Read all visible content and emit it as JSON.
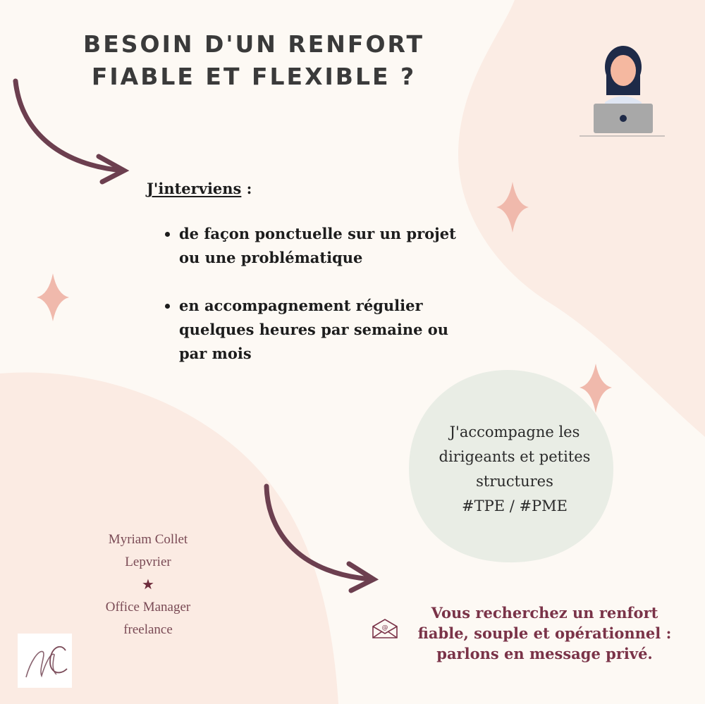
{
  "title": {
    "line1": "Besoin d'un renfort",
    "line2": "fiable et flexible ?"
  },
  "intro": {
    "label": "J'interviens",
    "suffix": " :"
  },
  "bullets": [
    "de façon ponctuelle sur un projet ou une problématique",
    "en accompagnement régulier quelques heures par semaine ou par mois"
  ],
  "blob": {
    "line1": "J'accompagne les",
    "line2": "dirigeants et petites",
    "line3": "structures",
    "line4": "#TPE / #PME"
  },
  "signature": {
    "name1": "Myriam Collet",
    "name2": "Lepvrier",
    "star": "★",
    "role1": "Office Manager",
    "role2": "freelance",
    "logo": "MC"
  },
  "cta": {
    "line1": "Vous recherchez un renfort",
    "line2": "fiable, souple et opérationnel :",
    "line3": "parlons en message privé."
  },
  "colors": {
    "background": "#fdf9f4",
    "pink": "#fbebe3",
    "sage": "#e9ede5",
    "maroon": "#7a3348",
    "arrow": "#6c3f4f",
    "sparkle": "#f0b9ac"
  }
}
